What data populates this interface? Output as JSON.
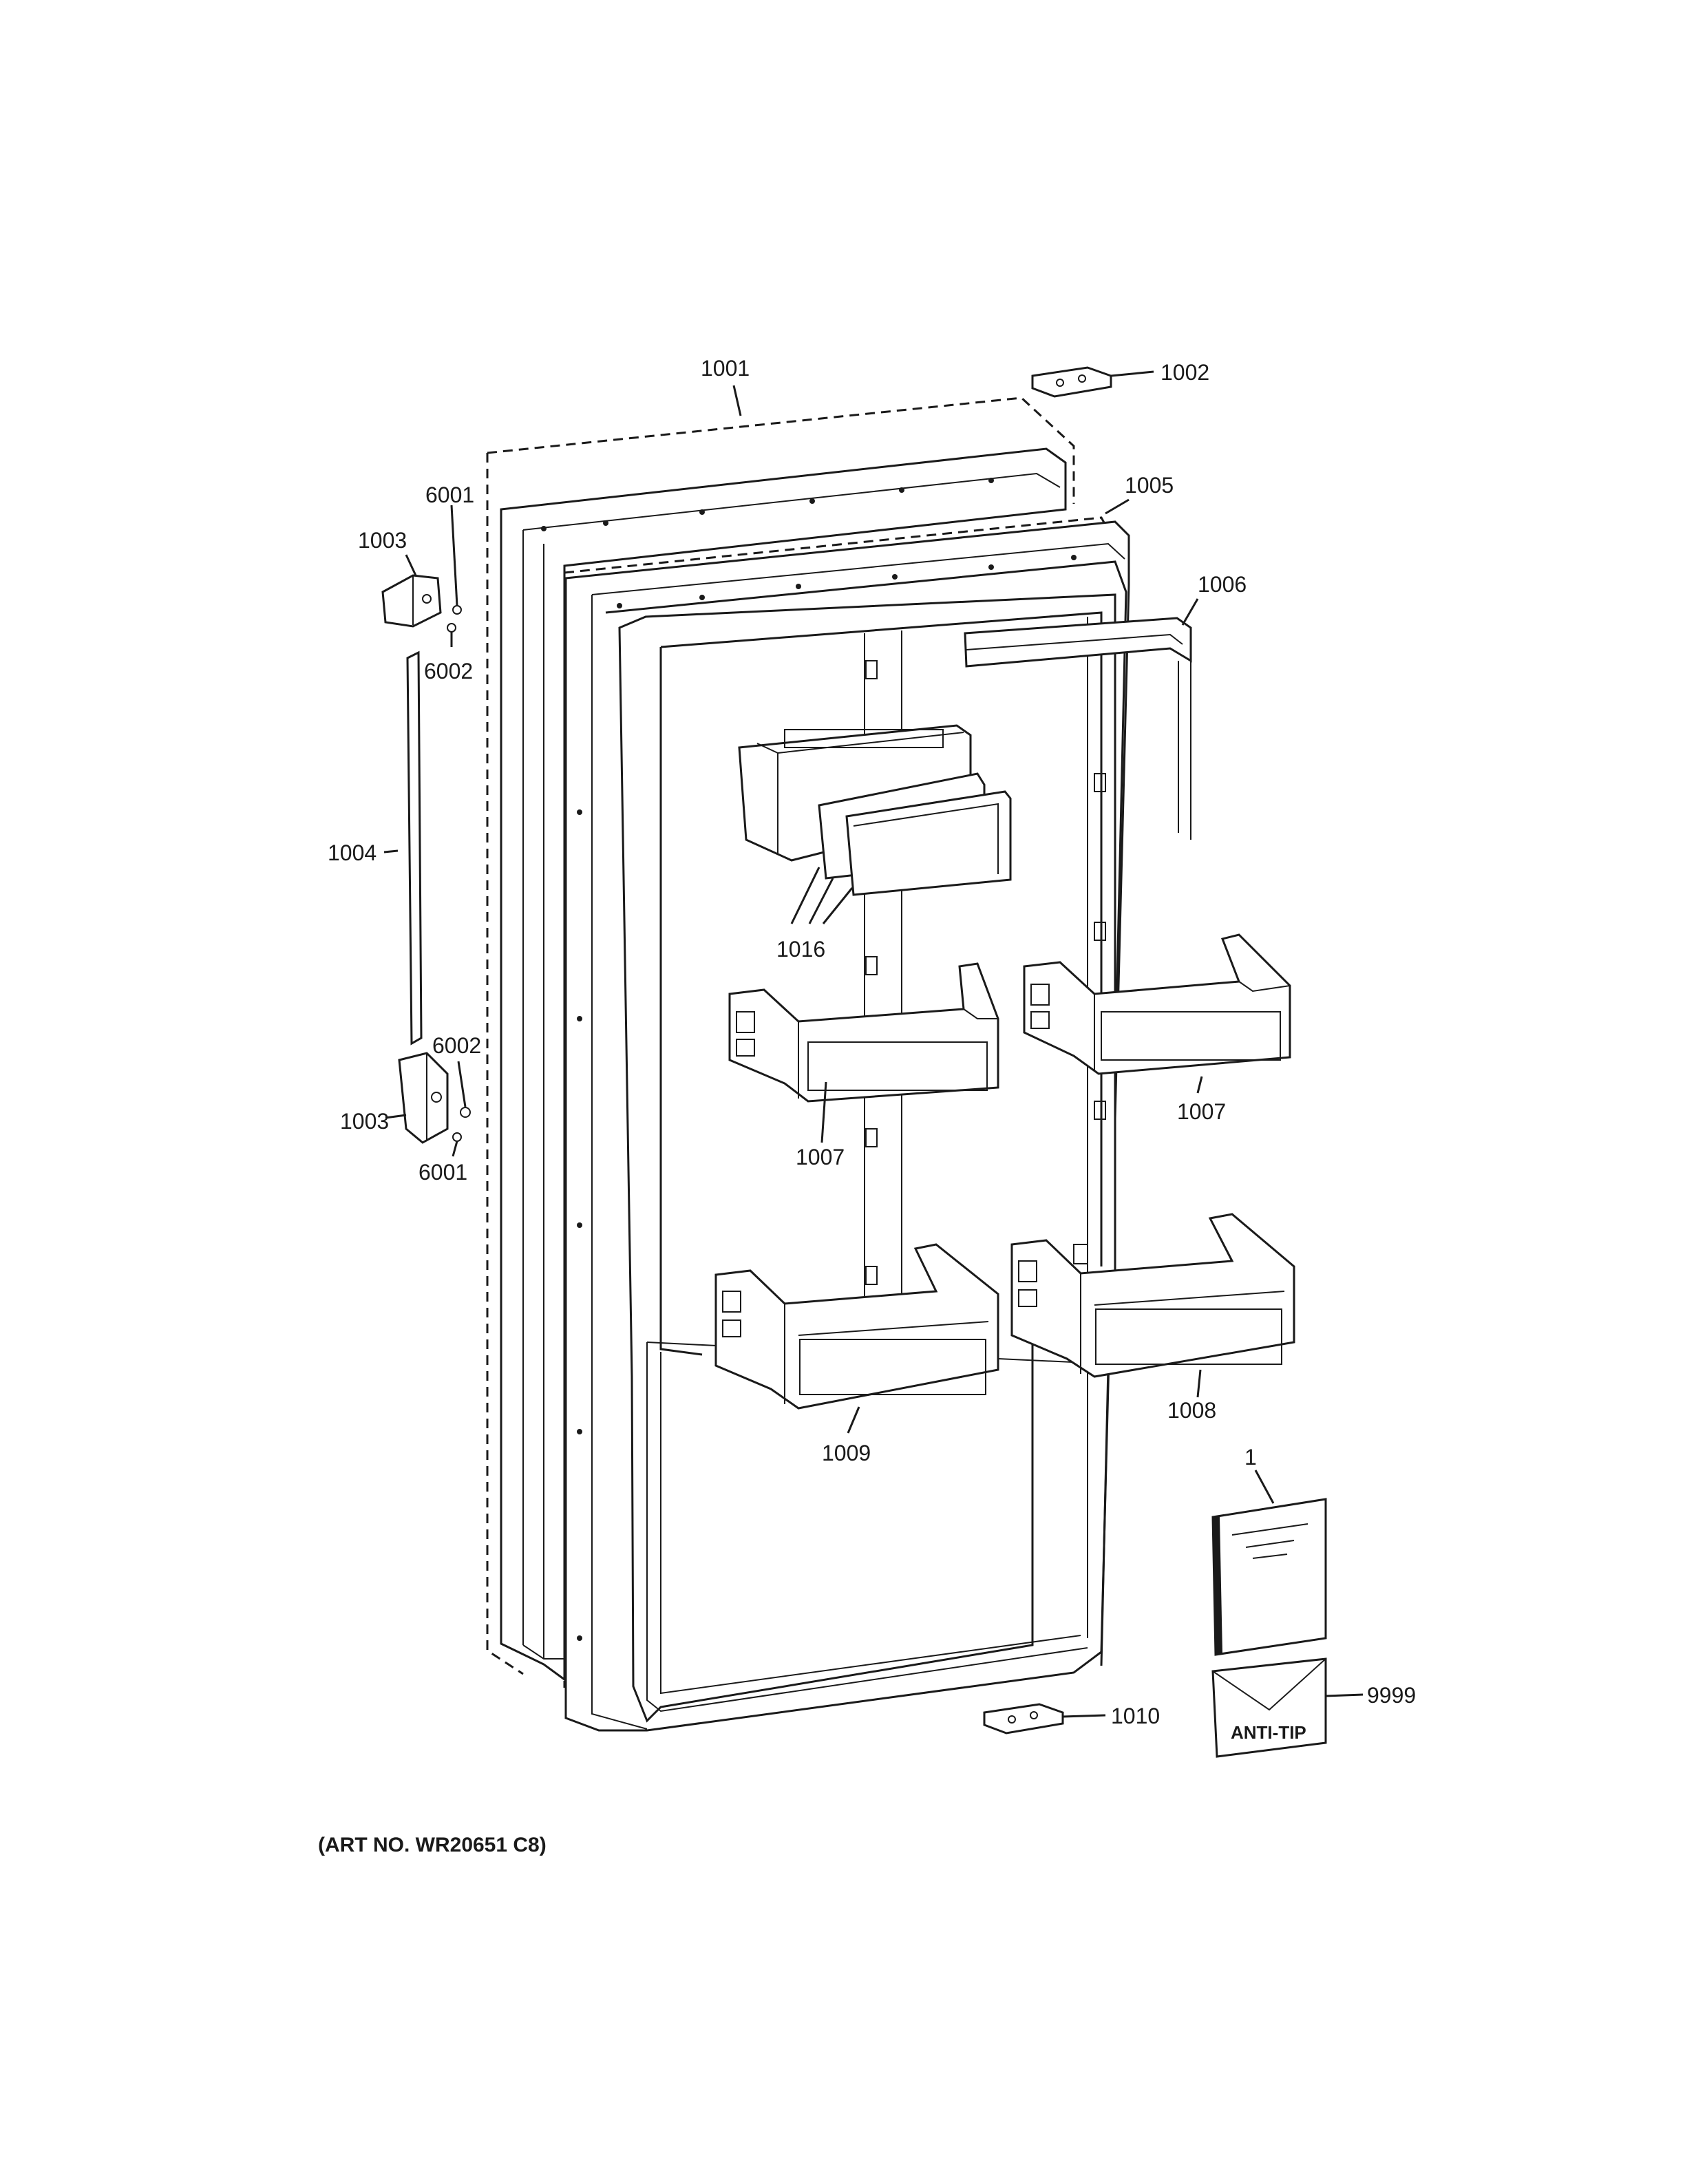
{
  "callouts": {
    "c1001": "1001",
    "c1002": "1002",
    "c1003_top": "1003",
    "c1003_bottom": "1003",
    "c1004": "1004",
    "c1005": "1005",
    "c1006": "1006",
    "c1007_left": "1007",
    "c1007_right": "1007",
    "c1008": "1008",
    "c1009": "1009",
    "c1010": "1010",
    "c1016": "1016",
    "c6001_top": "6001",
    "c6001_bottom": "6001",
    "c6002_top": "6002",
    "c6002_bottom": "6002",
    "c1": "1",
    "c9999": "9999"
  },
  "labels": {
    "anti_tip": "ANTI-TIP",
    "art_number": "(ART NO. WR20651 C8)"
  },
  "colors": {
    "line": "#1a1a1a",
    "background": "#ffffff"
  }
}
